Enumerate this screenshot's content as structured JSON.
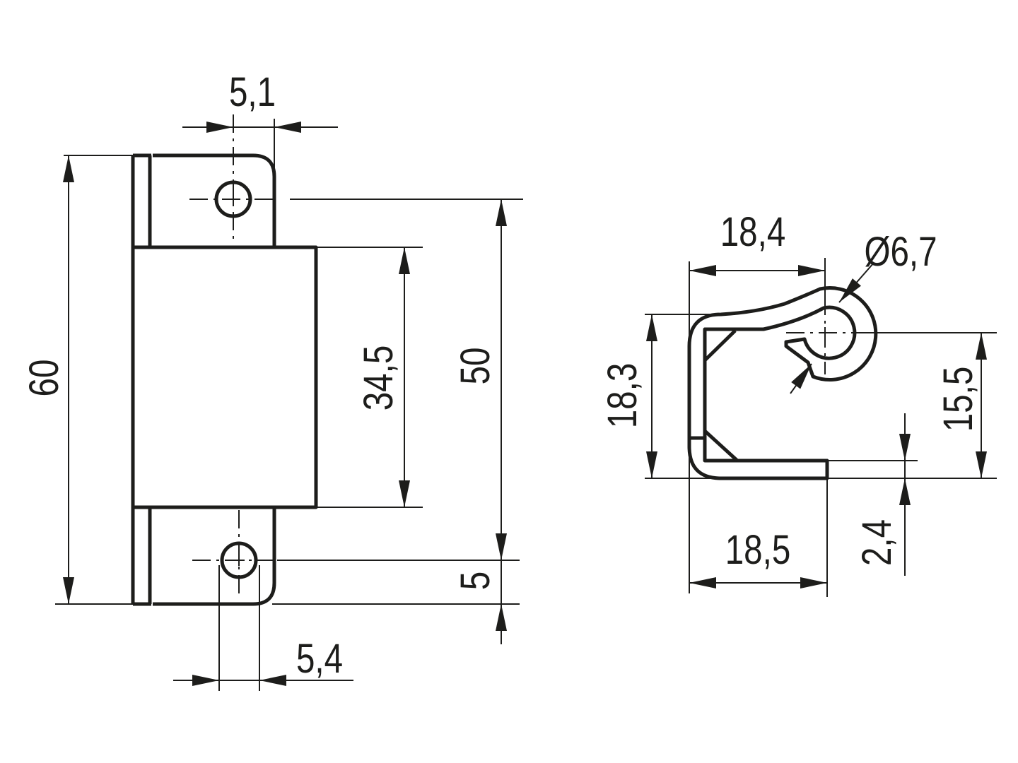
{
  "drawing": {
    "front_view": {
      "dim_total_height": "60",
      "dim_hole_offset_top": "5,1",
      "dim_body_height": "34,5",
      "dim_hole_spacing": "50",
      "dim_hole_edge": "5",
      "dim_hole_offset_bottom": "5,4"
    },
    "side_view": {
      "dim_top_width": "18,4",
      "dim_hole_diameter": "Ø6,7",
      "dim_height": "18,3",
      "dim_hole_height": "15,5",
      "dim_thickness": "2,4",
      "dim_bottom_width": "18,5"
    },
    "ink_color": "#1d1d1b"
  }
}
